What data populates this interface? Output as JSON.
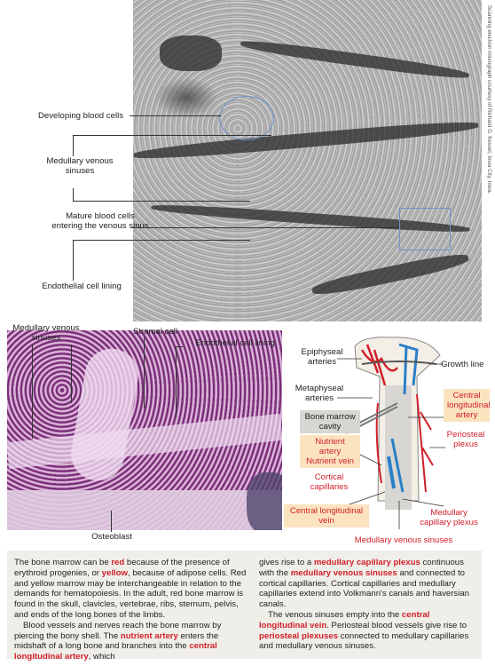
{
  "sem": {
    "labels": {
      "developing": "Developing blood cells",
      "venous_l1": "Medullary venous",
      "venous_l2": "sinuses",
      "mature_l1": "Mature blood cells",
      "mature_l2": "entering the venous sinus",
      "endothelial": "Endothelial cell lining"
    },
    "credit": "Scanning electron micrograph courtesy of Richard G. Kessel, Iowa City, Iowa."
  },
  "histo": {
    "labels": {
      "venous_l1": "Medullary venous",
      "venous_l2": "sinuses",
      "stromal": "Stromal cell",
      "endothelial": "Endothelial cell lining",
      "osteoblast": "Osteoblast"
    }
  },
  "diagram": {
    "labels": {
      "epiphyseal_l1": "Epiphyseal",
      "epiphyseal_l2": "arteries",
      "growth_line": "Growth line",
      "metaphyseal_l1": "Metaphyseal",
      "metaphyseal_l2": "arteries",
      "central_art_l1": "Central",
      "central_art_l2": "longitudinal",
      "central_art_l3": "artery",
      "marrow_l1": "Bone marrow",
      "marrow_l2": "cavity",
      "nutrient_artery": "Nutrient artery",
      "nutrient_vein": "Nutrient  vein",
      "periosteal_l1": "Periosteal",
      "periosteal_l2": "plexus",
      "cortical_l1": "Cortical",
      "cortical_l2": "capillaries",
      "central_vein_l1": "Central longitudinal",
      "central_vein_l2": "vein",
      "med_cap_l1": "Medullary",
      "med_cap_l2": "capillary plexus",
      "med_venous": "Medullary venous sinuses"
    },
    "colors": {
      "artery": "#d0202a",
      "vein": "#2a7fc7",
      "label_box": "#fbe3bf"
    }
  },
  "text": {
    "col1": {
      "p1_a": "The bone marrow can be ",
      "p1_red": "red",
      "p1_b": " because of the presence of erythroid progenies, or ",
      "p1_yellow": "yellow",
      "p1_c": ", because of adipose cells. Red and yellow marrow may be interchangeable in relation to the demands for hematopoiesis. In the adult, red bone marrow is found in the skull, clavicles, vertebrae, ribs, sternum, pelvis, and ends of the long bones of the limbs.",
      "p2_a": "Blood vessels and nerves reach the bone marrow by piercing the bony shell. The ",
      "p2_nutrient": "nutrient artery",
      "p2_b": " enters the midshaft of a long bone and branches into the ",
      "p2_central": "central longitudinal artery",
      "p2_c": ", which"
    },
    "col2": {
      "p1_a": "gives rise to a ",
      "p1_plexus": "medullary capillary plexus",
      "p1_b": " continuous with the ",
      "p1_sinuses": "medullary venous sinuses",
      "p1_c": " and connected to cortical capillaries. Cortical capillaries and medullary capillaries extend into Volkmann's canals and haversian canals.",
      "p2_a": "The venous sinuses empty into the ",
      "p2_vein": "central longitudinal vein",
      "p2_b": ". Periosteal blood vessels give rise to ",
      "p2_periosteal": "periosteal plexuses",
      "p2_c": " connected to medullary capillaries and medullary venous sinuses."
    }
  }
}
